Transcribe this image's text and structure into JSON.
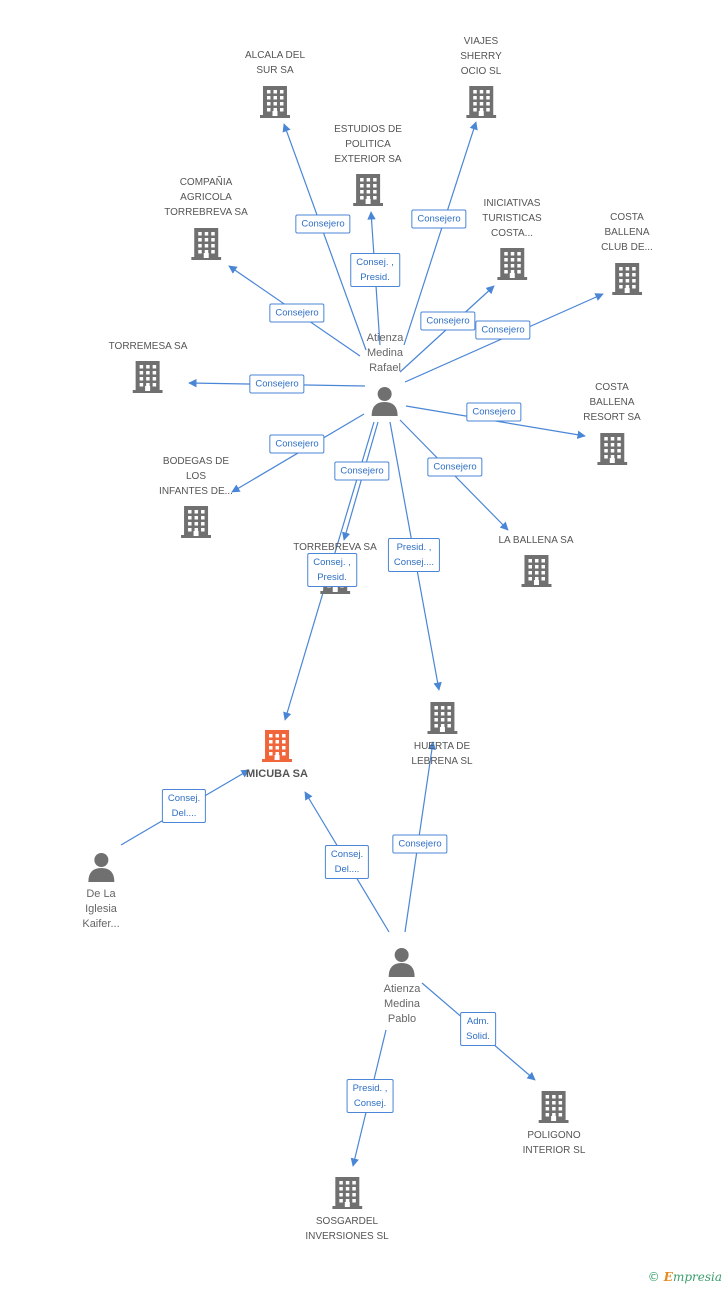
{
  "colors": {
    "edge": "#4a86d6",
    "building": "#707070",
    "focus_building": "#f0663a",
    "person": "#707070"
  },
  "nodes": [
    {
      "id": "alcala",
      "type": "company",
      "lines": [
        "ALCALA DEL",
        "SUR SA"
      ],
      "icon": "building-icon"
    },
    {
      "id": "viajes",
      "type": "company",
      "lines": [
        "VIAJES",
        "SHERRY",
        "OCIO SL"
      ],
      "icon": "building-icon"
    },
    {
      "id": "estudios",
      "type": "company",
      "lines": [
        "ESTUDIOS DE",
        "POLITICA",
        "EXTERIOR SA"
      ],
      "icon": "building-icon"
    },
    {
      "id": "compania",
      "type": "company",
      "lines": [
        "COMPAÑIA",
        "AGRICOLA",
        "TORREBREVA SA"
      ],
      "icon": "building-icon"
    },
    {
      "id": "iniciativas",
      "type": "company",
      "lines": [
        "INICIATIVAS",
        "TURISTICAS",
        "COSTA..."
      ],
      "icon": "building-icon"
    },
    {
      "id": "costaclub",
      "type": "company",
      "lines": [
        "COSTA",
        "BALLENA",
        "CLUB DE..."
      ],
      "icon": "building-icon"
    },
    {
      "id": "torremesa",
      "type": "company",
      "lines": [
        "TORREMESA SA"
      ],
      "icon": "building-icon"
    },
    {
      "id": "rafael",
      "type": "person",
      "lines": [
        "Atienza",
        "Medina",
        "Rafael"
      ],
      "icon": "person-icon"
    },
    {
      "id": "costaresort",
      "type": "company",
      "lines": [
        "COSTA",
        "BALLENA",
        "RESORT SA"
      ],
      "icon": "building-icon"
    },
    {
      "id": "bodegas",
      "type": "company",
      "lines": [
        "BODEGAS DE",
        "LOS",
        "INFANTES DE..."
      ],
      "icon": "building-icon"
    },
    {
      "id": "laballena",
      "type": "company",
      "lines": [
        "LA BALLENA SA"
      ],
      "icon": "building-icon"
    },
    {
      "id": "torrebreva",
      "type": "company",
      "lines": [
        "TORREBREVA SA"
      ],
      "icon": "building-icon"
    },
    {
      "id": "micuba",
      "type": "focus",
      "lines": [
        "MICUBA SA"
      ],
      "icon": "building-icon"
    },
    {
      "id": "huerta",
      "type": "company",
      "lines": [
        "HUERTA DE",
        "LEBRENA SL"
      ],
      "icon": "building-icon"
    },
    {
      "id": "delaiglesia",
      "type": "person",
      "lines": [
        "De La",
        "Iglesia",
        "Kaifer..."
      ],
      "icon": "person-icon"
    },
    {
      "id": "pablo",
      "type": "person",
      "lines": [
        "Atienza",
        "Medina",
        "Pablo"
      ],
      "icon": "person-icon"
    },
    {
      "id": "poligono",
      "type": "company",
      "lines": [
        "POLIGONO",
        "INTERIOR SL"
      ],
      "icon": "building-icon"
    },
    {
      "id": "sosgardel",
      "type": "company",
      "lines": [
        "SOSGARDEL",
        "INVERSIONES SL"
      ],
      "icon": "building-icon"
    }
  ],
  "edges": [
    {
      "from": "rafael",
      "to": "alcala",
      "label": [
        "Consejero"
      ]
    },
    {
      "from": "rafael",
      "to": "viajes",
      "label": [
        "Consejero"
      ]
    },
    {
      "from": "rafael",
      "to": "estudios",
      "label": [
        "Consej. ,",
        "Presid."
      ]
    },
    {
      "from": "rafael",
      "to": "compania",
      "label": [
        "Consejero"
      ]
    },
    {
      "from": "rafael",
      "to": "iniciativas",
      "label": [
        "Consejero"
      ]
    },
    {
      "from": "rafael",
      "to": "costaclub",
      "label": [
        "Consejero"
      ]
    },
    {
      "from": "rafael",
      "to": "torremesa",
      "label": [
        "Consejero"
      ]
    },
    {
      "from": "rafael",
      "to": "costaresort",
      "label": [
        "Consejero"
      ]
    },
    {
      "from": "rafael",
      "to": "bodegas",
      "label": [
        "Consejero"
      ]
    },
    {
      "from": "rafael",
      "to": "laballena",
      "label": [
        "Consejero"
      ]
    },
    {
      "from": "rafael",
      "to": "torrebreva",
      "label": [
        "Consejero"
      ]
    },
    {
      "from": "rafael",
      "to": "micuba",
      "label": [
        "Consej. ,",
        "Presid."
      ]
    },
    {
      "from": "rafael",
      "to": "huerta",
      "label": [
        "Presid. ,",
        "Consej...."
      ]
    },
    {
      "from": "delaiglesia",
      "to": "micuba",
      "label": [
        "Consej.",
        "Del...."
      ]
    },
    {
      "from": "pablo",
      "to": "micuba",
      "label": [
        "Consej.",
        "Del...."
      ]
    },
    {
      "from": "pablo",
      "to": "huerta",
      "label": [
        "Consejero"
      ]
    },
    {
      "from": "pablo",
      "to": "poligono",
      "label": [
        "Adm.",
        "Solid."
      ]
    },
    {
      "from": "pablo",
      "to": "sosgardel",
      "label": [
        "Presid. ,",
        "Consej."
      ]
    }
  ],
  "footer": {
    "copyright": "©",
    "brand_initial": "E",
    "brand_rest": "mpresia"
  }
}
